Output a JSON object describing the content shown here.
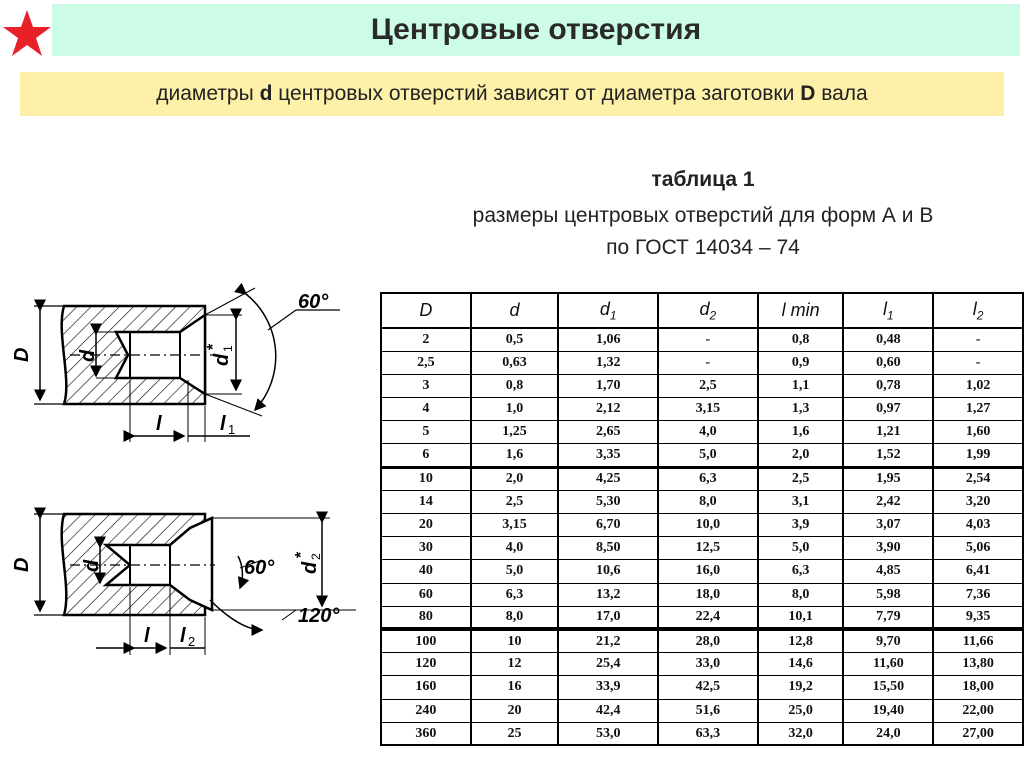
{
  "header": {
    "title": "Центровые отверстия",
    "star_color": "#e8202a"
  },
  "subtitle": {
    "pre": "диаметры ",
    "d": "d",
    "mid": " центровых отверстий зависят от диаметра заготовки ",
    "D": "D",
    "post": " вала"
  },
  "caption": {
    "line1": "таблица 1",
    "line2": "размеры центровых отверстий для форм А и В",
    "line3": "по ГОСТ 14034 – 74"
  },
  "drawing": {
    "top": {
      "D": "D",
      "d": "d",
      "d1": "d",
      "d1_sub": "1",
      "d1_sup": "*",
      "l": "l",
      "l1": "l",
      "l1_sub": "1",
      "angle": "60°"
    },
    "bottom": {
      "D": "D",
      "d": "d",
      "d2": "d",
      "d2_sub": "2",
      "d2_sup": "*",
      "l": "l",
      "l2": "l",
      "l2_sub": "2",
      "angle1": "60°",
      "angle2": "120°"
    }
  },
  "table": {
    "headers": [
      {
        "main": "D",
        "sub": ""
      },
      {
        "main": "d",
        "sub": ""
      },
      {
        "main": "d",
        "sub": "1"
      },
      {
        "main": "d",
        "sub": "2"
      },
      {
        "main": "l min",
        "sub": ""
      },
      {
        "main": "l",
        "sub": "1"
      },
      {
        "main": "l",
        "sub": "2"
      }
    ],
    "rows": [
      [
        "2",
        "0,5",
        "1,06",
        "-",
        "0,8",
        "0,48",
        "-"
      ],
      [
        "2,5",
        "0,63",
        "1,32",
        "-",
        "0,9",
        "0,60",
        "-"
      ],
      [
        "3",
        "0,8",
        "1,70",
        "2,5",
        "1,1",
        "0,78",
        "1,02"
      ],
      [
        "4",
        "1,0",
        "2,12",
        "3,15",
        "1,3",
        "0,97",
        "1,27"
      ],
      [
        "5",
        "1,25",
        "2,65",
        "4,0",
        "1,6",
        "1,21",
        "1,60"
      ],
      [
        "6",
        "1,6",
        "3,35",
        "5,0",
        "2,0",
        "1,52",
        "1,99"
      ],
      [
        "10",
        "2,0",
        "4,25",
        "6,3",
        "2,5",
        "1,95",
        "2,54"
      ],
      [
        "14",
        "2,5",
        "5,30",
        "8,0",
        "3,1",
        "2,42",
        "3,20"
      ],
      [
        "20",
        "3,15",
        "6,70",
        "10,0",
        "3,9",
        "3,07",
        "4,03"
      ],
      [
        "30",
        "4,0",
        "8,50",
        "12,5",
        "5,0",
        "3,90",
        "5,06"
      ],
      [
        "40",
        "5,0",
        "10,6",
        "16,0",
        "6,3",
        "4,85",
        "6,41"
      ],
      [
        "60",
        "6,3",
        "13,2",
        "18,0",
        "8,0",
        "5,98",
        "7,36"
      ],
      [
        "80",
        "8,0",
        "17,0",
        "22,4",
        "10,1",
        "7,79",
        "9,35"
      ],
      [
        "100",
        "10",
        "21,2",
        "28,0",
        "12,8",
        "9,70",
        "11,66"
      ],
      [
        "120",
        "12",
        "25,4",
        "33,0",
        "14,6",
        "11,60",
        "13,80"
      ],
      [
        "160",
        "16",
        "33,9",
        "42,5",
        "19,2",
        "15,50",
        "18,00"
      ],
      [
        "240",
        "20",
        "42,4",
        "51,6",
        "25,0",
        "19,40",
        "22,00"
      ],
      [
        "360",
        "25",
        "53,0",
        "63,3",
        "32,0",
        "24,0",
        "27,00"
      ]
    ]
  }
}
